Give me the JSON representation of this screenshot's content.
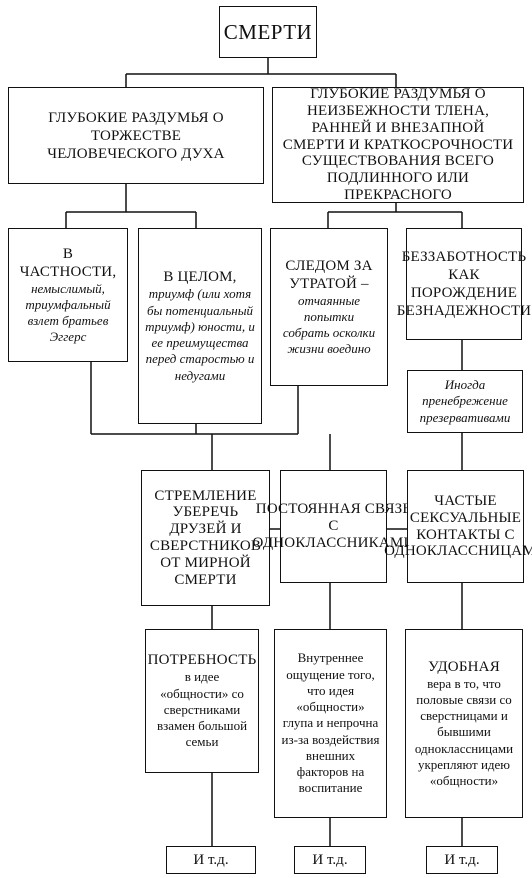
{
  "top": {
    "title": "СМЕРТИ"
  },
  "level1": {
    "left": "ГЛУБОКИЕ РАЗДУМЬЯ О ТОРЖЕСТВЕ ЧЕЛОВЕЧЕСКОГО ДУХА",
    "right": "ГЛУБОКИЕ РАЗДУМЬЯ О НЕИЗБЕЖНОСТИ ТЛЕНА, РАННЕЙ И ВНЕЗАПНОЙ СМЕРТИ И КРАТКОСРОЧНОСТИ СУЩЕСТВОВАНИЯ ВСЕГО ПОДЛИННОГО ИЛИ ПРЕКРАСНОГО"
  },
  "level2": {
    "b1_head": "В ЧАСТНОСТИ,",
    "b1_body": "немыслимый, триумфальный взлет братьев Эггерс",
    "b2_head": "В ЦЕЛОМ,",
    "b2_body": "триумф (или хотя бы потенциальный триумф) юности, и ее преимущества перед старостью и недугами",
    "b3_head": "СЛЕДОМ ЗА УТРАТОЙ –",
    "b3_body": "отчаянные попытки собрать осколки жизни воедино",
    "b4_head": "БЕЗЗАБОТНОСТЬ КАК ПОРОЖДЕНИЕ БЕЗНАДЕЖНОСТИ"
  },
  "sometimes": {
    "text": "Иногда пренебрежение презервативами"
  },
  "level3": {
    "c1": "СТРЕМЛЕНИЕ УБЕРЕЧЬ ДРУЗЕЙ И СВЕРСТНИКОВ ОТ МИРНОЙ СМЕРТИ",
    "c2": "ПОСТОЯННАЯ СВЯЗЬ С ОДНОКЛАССНИКАМИ",
    "c3": "ЧАСТЫЕ СЕКСУАЛЬНЫЕ КОНТАКТЫ С ОДНОКЛАССНИЦАМИ"
  },
  "level4": {
    "d1_head": "ПОТРЕБНОСТЬ",
    "d1_body": "в идее «общности» со сверстниками взамен большой семьи",
    "d2_body": "Внутреннее ощущение того, что идея «общности» глупа и непрочна из-за воздействия внешних факторов на воспитание",
    "d3_head": "УДОБНАЯ",
    "d3_body": "вера в то, что половые связи со сверстницами и бывшими одноклассницами укрепляют идею «общности»"
  },
  "etc": {
    "e1": "И т.д.",
    "e2": "И т.д.",
    "e3": "И т.д."
  }
}
